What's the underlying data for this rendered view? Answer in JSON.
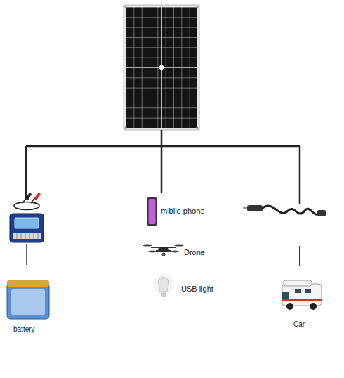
{
  "diagram": {
    "labels": [
      "battery",
      "mibile phone",
      "Drone",
      "USB light",
      "Car"
    ]
  }
}
